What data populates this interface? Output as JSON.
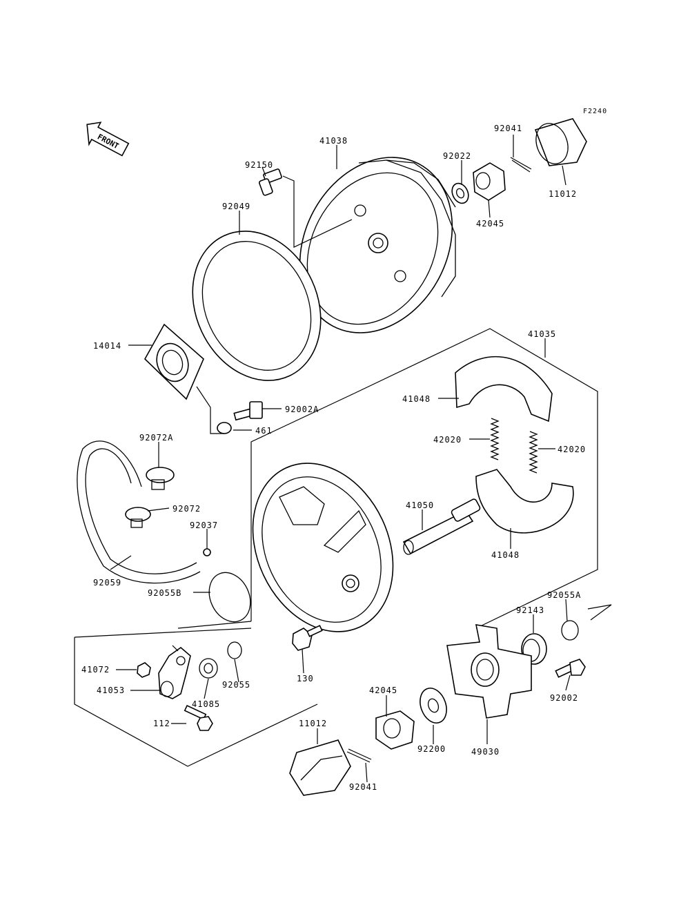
{
  "diagram_code": "F2240",
  "front_label": "FRONT",
  "labels": {
    "p92041_top": "92041",
    "p11012_top": "11012",
    "p41038": "41038",
    "p92022": "92022",
    "p42045_top": "42045",
    "p92150": "92150",
    "p92049": "92049",
    "p14014": "14014",
    "p41035": "41035",
    "p41048_top": "41048",
    "p92002A": "92002A",
    "p461": "461",
    "p42020_left": "42020",
    "p42020_right": "42020",
    "p92072A": "92072A",
    "p41050": "41050",
    "p92072": "92072",
    "p92037": "92037",
    "p41048_bottom": "41048",
    "p92059": "92059",
    "p92055B": "92055B",
    "p92055A": "92055A",
    "p92143": "92143",
    "p41072": "41072",
    "p41053": "41053",
    "p92055": "92055",
    "p130": "130",
    "p41085": "41085",
    "p92002": "92002",
    "p112": "112",
    "p42045_bottom": "42045",
    "p11012_bottom": "11012",
    "p92200": "92200",
    "p49030": "49030",
    "p92041_bottom": "92041"
  }
}
